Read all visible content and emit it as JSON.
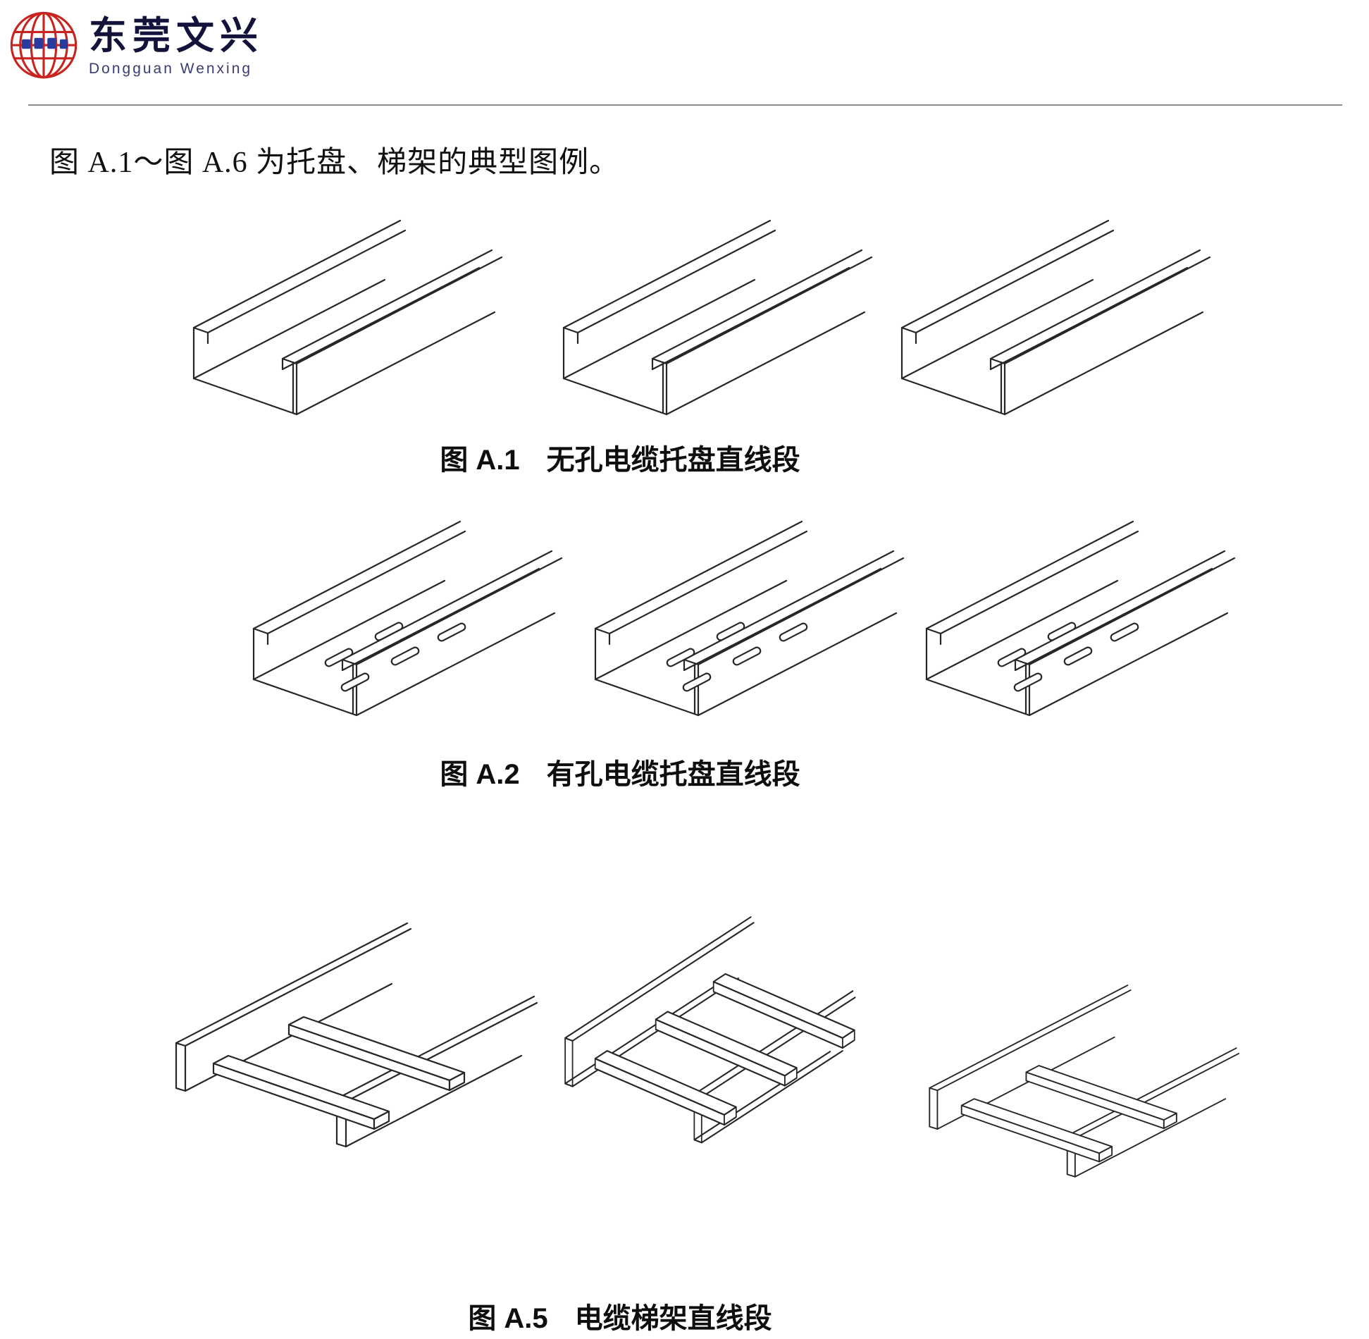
{
  "logo": {
    "brand_cn": "东莞文兴",
    "brand_en": "Dongguan  Wenxing"
  },
  "intro": "图 A.1～图 A.6 为托盘、梯架的典型图例。",
  "figures": [
    {
      "label": "图 A.1",
      "title": "无孔电缆托盘直线段"
    },
    {
      "label": "图 A.2",
      "title": "有孔电缆托盘直线段"
    },
    {
      "label": "图 A.5",
      "title": "电缆梯架直线段"
    }
  ],
  "colors": {
    "logo_red": "#c8231f",
    "logo_blue": "#2a3b9e",
    "ink": "#161616",
    "divider_gray": "#8d8d8d",
    "drawing_line": "#262626"
  }
}
